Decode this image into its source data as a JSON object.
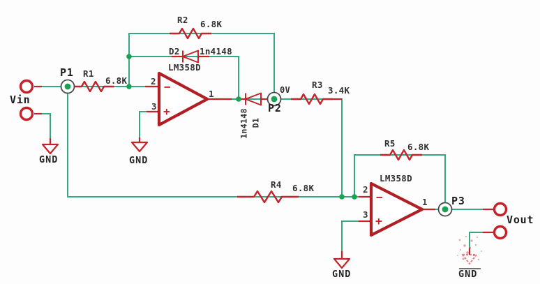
{
  "colors": {
    "wire": "#36a783",
    "component_red": "#c5222a",
    "opamp_red": "#b01f24",
    "junction_green": "#17a351",
    "text_dark": "#313131",
    "ring_gray": "#4a4a4a",
    "background": "#fdfdfd"
  },
  "ports": {
    "input_label": "Vin",
    "output_label": "Vout"
  },
  "test_points": [
    {
      "label": "P1"
    },
    {
      "label": "P2",
      "voltage": "0V"
    },
    {
      "label": "P3"
    }
  ],
  "resistors": [
    {
      "ref": "R1",
      "value": "6.8K"
    },
    {
      "ref": "R2",
      "value": "6.8K"
    },
    {
      "ref": "R3",
      "value": "3.4K"
    },
    {
      "ref": "R4",
      "value": "6.8K"
    },
    {
      "ref": "R5",
      "value": "6.8K"
    }
  ],
  "diodes": [
    {
      "ref": "D1",
      "value": "1n4148"
    },
    {
      "ref": "D2",
      "value": "1n4148"
    }
  ],
  "opamps": [
    {
      "part": "LM358D",
      "pin_inverting": "2",
      "pin_noninverting": "3",
      "pin_output": "1",
      "inverting_sign": "−",
      "noninverting_sign": "+"
    },
    {
      "part": "LM358D",
      "pin_inverting": "2",
      "pin_noninverting": "3",
      "pin_output": "1",
      "inverting_sign": "−",
      "noninverting_sign": "+"
    }
  ],
  "ground_label": "GND"
}
